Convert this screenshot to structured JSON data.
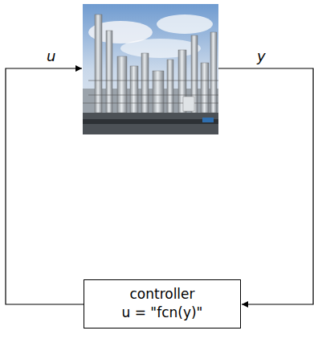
{
  "diagram": {
    "nodes": [
      {
        "text": [
          "controller",
          "u = \"fcn(y)\""
        ]
      }
    ],
    "labels": [
      "u",
      "y"
    ]
  }
}
